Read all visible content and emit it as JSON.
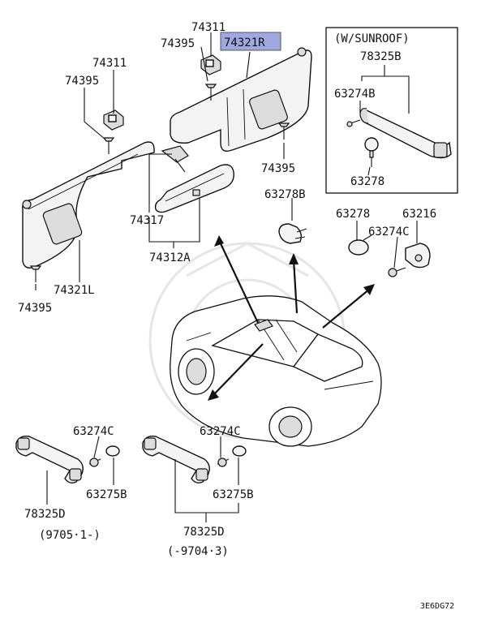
{
  "highlight_color": "#9fa8e0",
  "labels": {
    "l_74311_top": "74311",
    "l_74395_top": "74395",
    "l_74321R": "74321R",
    "l_74311_left": "74311",
    "l_74395_left": "74395",
    "l_74395_mid": "74395",
    "l_74317": "74317",
    "l_74312A": "74312A",
    "l_74321L": "74321L",
    "l_74395_bot": "74395",
    "sunroof_note": "(W/SUNROOF)",
    "l_78325B": "78325B",
    "l_63274B": "63274B",
    "l_63278_box": "63278",
    "l_63278B": "63278B",
    "l_63278": "63278",
    "l_63216": "63216",
    "l_63274C_right": "63274C",
    "l_63274C_a": "63274C",
    "l_63275B_a": "63275B",
    "l_78325D_a": "78325D",
    "date_a": "(9705·1-)",
    "l_63274C_b": "63274C",
    "l_63275B_b": "63275B",
    "l_78325D_b": "78325D",
    "date_b": "(-9704·3)",
    "diagram_code": "3E6DG72"
  }
}
